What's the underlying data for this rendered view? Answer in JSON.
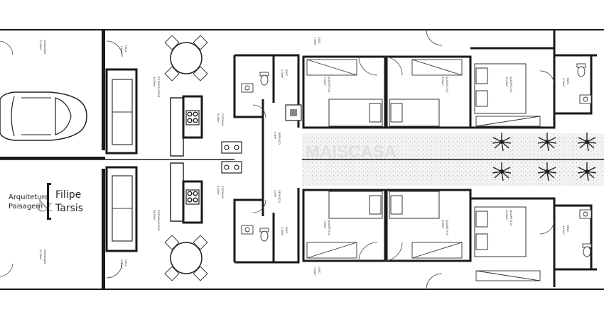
{
  "brand": {
    "line1_left": "Arquitetura",
    "line2_left": "Paisagem",
    "amp": "&",
    "line1_right": "Filipe",
    "line2_right": "Tarsis"
  },
  "watermark": "MAISCASA",
  "rooms_top": {
    "garagem": "GARAGEM",
    "garagem_area": "21,55m²",
    "hall": "HALL",
    "hall_area": "1,40m²",
    "estar": "ESTAR/JANTAR",
    "estar_area": "16,55m²",
    "cozinha": "COZINHA",
    "cozinha_area": "6,06m²",
    "servico": "SERVIÇO",
    "servico_area": "3,0m²",
    "bwc": "BWC",
    "bwc_area": "3,35m²",
    "circ": "CIRC.",
    "circ_area": "7,05m²",
    "quarto1": "QUARTO 01",
    "quarto1_area": "7,55m²",
    "quarto2": "QUARTO 02",
    "quarto2_area": "8,55m²",
    "quarto3": "QUARTO 02",
    "quarto3_area": "10,05m²",
    "bwc2": "BWC",
    "bwc2_area": "4,15m²"
  },
  "rooms_bottom": {
    "garagem": "GARAGEM",
    "garagem_area": "21,55m²",
    "hall": "HALL",
    "hall_area": "1,40m²",
    "estar": "ESTAR/JANTAR",
    "estar_area": "16,55m²",
    "cozinha": "COZINHA",
    "cozinha_area": "6,06m²",
    "servico": "SERVIÇO",
    "servico_area": "3,0m²",
    "bwc": "BWC",
    "bwc_area": "3,35m²",
    "circ": "CIRC.",
    "circ_area": "7,05m²",
    "quarto1": "QUARTO 01",
    "quarto1_area": "7,55m²",
    "quarto2": "QUARTO 02",
    "quarto2_area": "8,55m²",
    "quarto3": "QUARTO 02",
    "quarto3_area": "10,05m²",
    "bwc2": "BWC",
    "bwc2_area": "4,15m²"
  },
  "colors": {
    "wall": "#1a1a1a",
    "line": "#333333",
    "hatch": "#bdbdbd",
    "paper": "#ffffff"
  }
}
